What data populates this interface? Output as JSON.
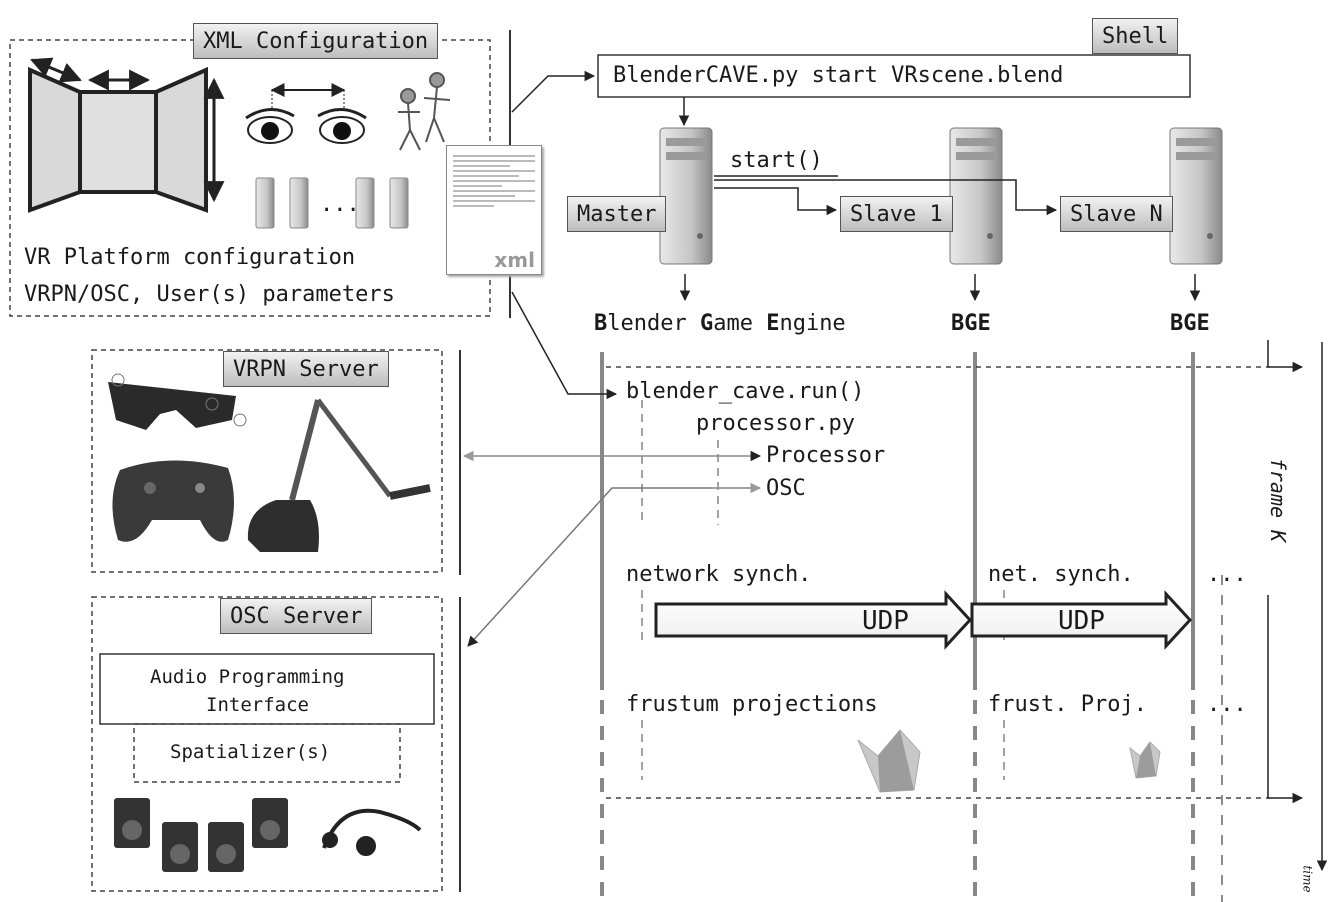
{
  "xml_config": {
    "title": "XML Configuration",
    "line1": "VR Platform configuration",
    "line2": "VRPN/OSC, User(s) parameters",
    "file_label": "xml",
    "ellipsis": "..."
  },
  "shell": {
    "title": "Shell",
    "command": "BlenderCAVE.py start VRscene.blend"
  },
  "nodes": {
    "master": "Master",
    "slave1": "Slave 1",
    "slaveN": "Slave N",
    "start_call": "start()"
  },
  "engine": {
    "B": "B",
    "lender": "lender ",
    "G": "G",
    "ame": "ame ",
    "E": "E",
    "ngine": "ngine",
    "bge1": "BGE",
    "bge2": "BGE"
  },
  "timeline": {
    "run": "blender_cave.run()",
    "processor_py": "processor.py",
    "processor": "Processor",
    "osc": "OSC",
    "network_synch": "network synch.",
    "net_synch": "net. synch.",
    "udp1": "UDP",
    "udp2": "UDP",
    "dots1": "...",
    "frustum": "frustum projections",
    "frust_proj": "frust. Proj.",
    "dots2": "...",
    "frame": "frame K",
    "time": "time"
  },
  "vrpn": {
    "title": "VRPN Server"
  },
  "osc_server": {
    "title": "OSC Server",
    "api_line1": "Audio Programming",
    "api_line2": "Interface",
    "spatializer": "Spatializer(s)"
  }
}
